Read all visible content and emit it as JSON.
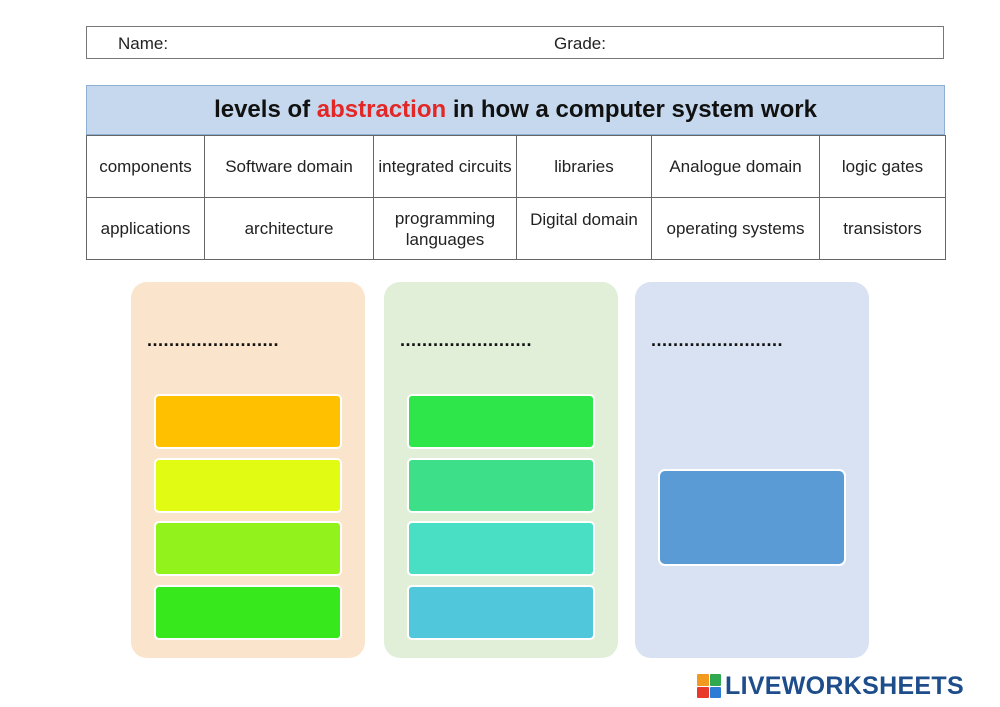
{
  "header": {
    "name_label": "Name:",
    "grade_label": "Grade:"
  },
  "title": {
    "before": "levels of ",
    "highlight": "abstraction",
    "after": " in how a computer system work"
  },
  "word_bank": {
    "row1": [
      "components",
      "Software domain",
      "integrated circuits",
      "libraries",
      "Analogue domain",
      "logic gates"
    ],
    "row2": [
      "applications",
      "architecture",
      "programming languages",
      "Digital domain",
      "operating systems",
      "transistors"
    ]
  },
  "columns": [
    {
      "heading": "........................",
      "slot_colors": [
        "#ffc000",
        "#e2fb12",
        "#92f21c",
        "#36e81c"
      ]
    },
    {
      "heading": "........................",
      "slot_colors": [
        "#2ee64a",
        "#3de088",
        "#48dfc4",
        "#50c7db"
      ]
    },
    {
      "heading": "........................",
      "slot_colors": [
        "#5b9bd5"
      ]
    }
  ],
  "colors": {
    "title_bg": "#c5d8ee",
    "highlight": "#e32626",
    "card1_bg": "#fbe4cc",
    "card2_bg": "#e1efd9",
    "card3_bg": "#d9e2f3"
  },
  "brand": {
    "name": "LIVEWORKSHEETS",
    "icon": "liveworksheets-logo-icon"
  }
}
